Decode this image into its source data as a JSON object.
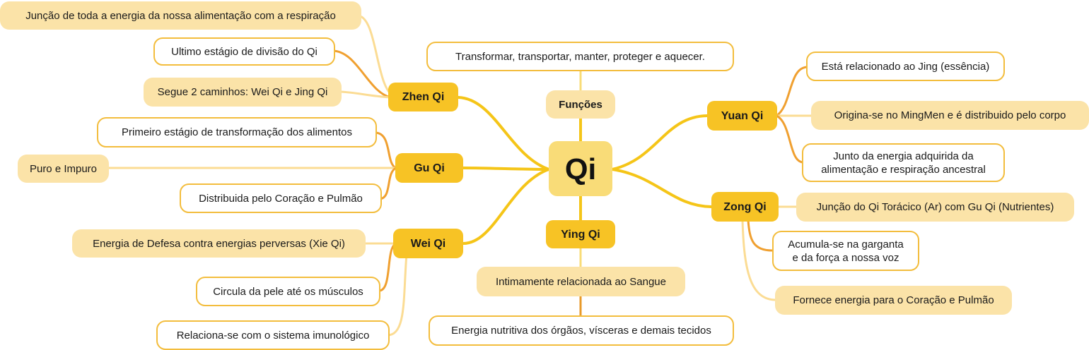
{
  "central": {
    "label": "Qi"
  },
  "branches": {
    "zhen": {
      "label": "Zhen Qi",
      "children": [
        "Junção de toda a energia da nossa alimentação com a respiração",
        "Ultimo estágio de divisão do Qi",
        "Segue 2 caminhos: Wei Qi e Jing Qi"
      ]
    },
    "gu": {
      "label": "Gu Qi",
      "children": [
        "Primeiro estágio de transformação dos alimentos",
        "Puro e Impuro",
        "Distribuida pelo Coração e Pulmão"
      ]
    },
    "wei": {
      "label": "Wei Qi",
      "children": [
        "Energia de Defesa contra energias perversas (Xie Qi)",
        "Circula da pele até os músculos",
        "Relaciona-se com o sistema imunológico"
      ]
    },
    "funcoes": {
      "label": "Funções",
      "children": [
        "Transformar, transportar, manter, proteger e aquecer."
      ]
    },
    "ying": {
      "label": "Ying Qi",
      "children": [
        "Intimamente relacionada ao Sangue",
        "Energia nutritiva dos órgãos, vísceras e demais tecidos"
      ]
    },
    "yuan": {
      "label": "Yuan Qi",
      "children": [
        "Está relacionado ao Jing (essência)",
        "Origina-se no MingMen e é distribuido pelo corpo",
        {
          "line1": "Junto da energia adquirida da",
          "line2": "alimentação e respiração ancestral"
        }
      ]
    },
    "zong": {
      "label": "Zong Qi",
      "children": [
        "Junção do Qi Torácico (Ar) com Gu Qi (Nutrientes)",
        {
          "line1": "Acumula-se na garganta",
          "line2": "e da força a nossa voz"
        },
        "Fornece energia para o Coração e Pulmão"
      ]
    }
  },
  "colors": {
    "central_fill": "#f9dc78",
    "main_fill": "#f7c325",
    "main_link": "#f5c518",
    "link_orange": "#f0a030",
    "link_light": "#fbdc94",
    "outline": "#f3bd3d",
    "soft_fill": "#fbe3a8"
  }
}
